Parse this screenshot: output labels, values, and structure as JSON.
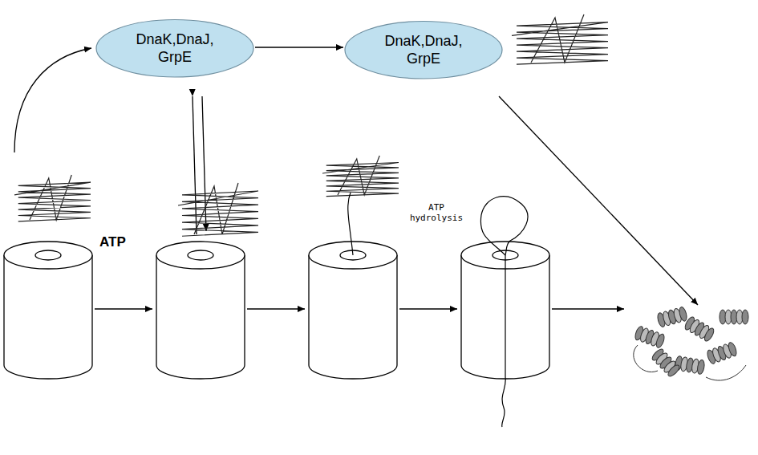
{
  "diagram": {
    "nodes": [
      {
        "text": [
          "DnaK,DnaJ, GrpE"
        ]
      },
      {
        "text": [
          "DnaK,DnaJ, GrpE"
        ]
      }
    ],
    "edges": [
      {
        "from": 0,
        "to": 1,
        "arrow": "to"
      }
    ],
    "labels": [
      "ATP",
      "ATP hydrolysis"
    ]
  }
}
